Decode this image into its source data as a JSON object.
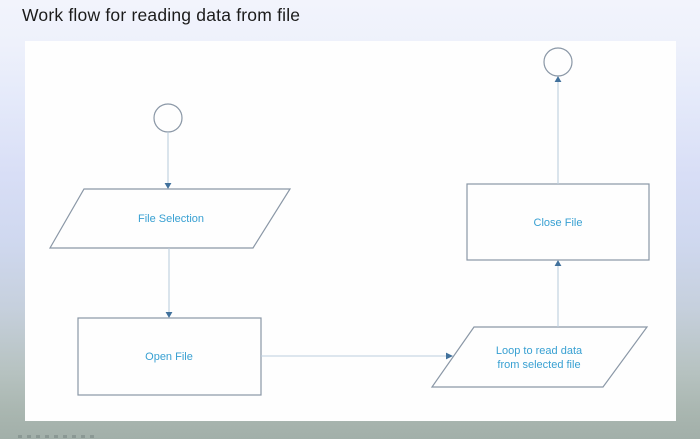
{
  "page": {
    "title": "Work flow for reading data from file"
  },
  "diagram": {
    "labels": {
      "file_selection": "File Selection",
      "open_file": "Open File",
      "loop_line1": "Loop to read data",
      "loop_line2": "from selected file",
      "close_file": "Close File"
    },
    "nodes": [
      {
        "id": "start",
        "type": "circle-terminator",
        "label": ""
      },
      {
        "id": "file-selection",
        "type": "parallelogram",
        "label": "File Selection"
      },
      {
        "id": "open-file",
        "type": "rectangle",
        "label": "Open File"
      },
      {
        "id": "loop-read",
        "type": "parallelogram",
        "label": "Loop to read data from selected file"
      },
      {
        "id": "close-file",
        "type": "rectangle",
        "label": "Close File"
      },
      {
        "id": "end",
        "type": "circle-terminator",
        "label": ""
      }
    ],
    "edges": [
      "start -> file-selection",
      "file-selection -> open-file",
      "open-file -> loop-read",
      "loop-read -> close-file",
      "close-file -> end"
    ],
    "colors": {
      "label_text": "#38a0d2",
      "shape_border": "#8a97a6",
      "connector_line": "#bccede",
      "arrowhead": "#41719c",
      "canvas_background": "#fefefe",
      "title_text": "#1b1b1b"
    }
  }
}
